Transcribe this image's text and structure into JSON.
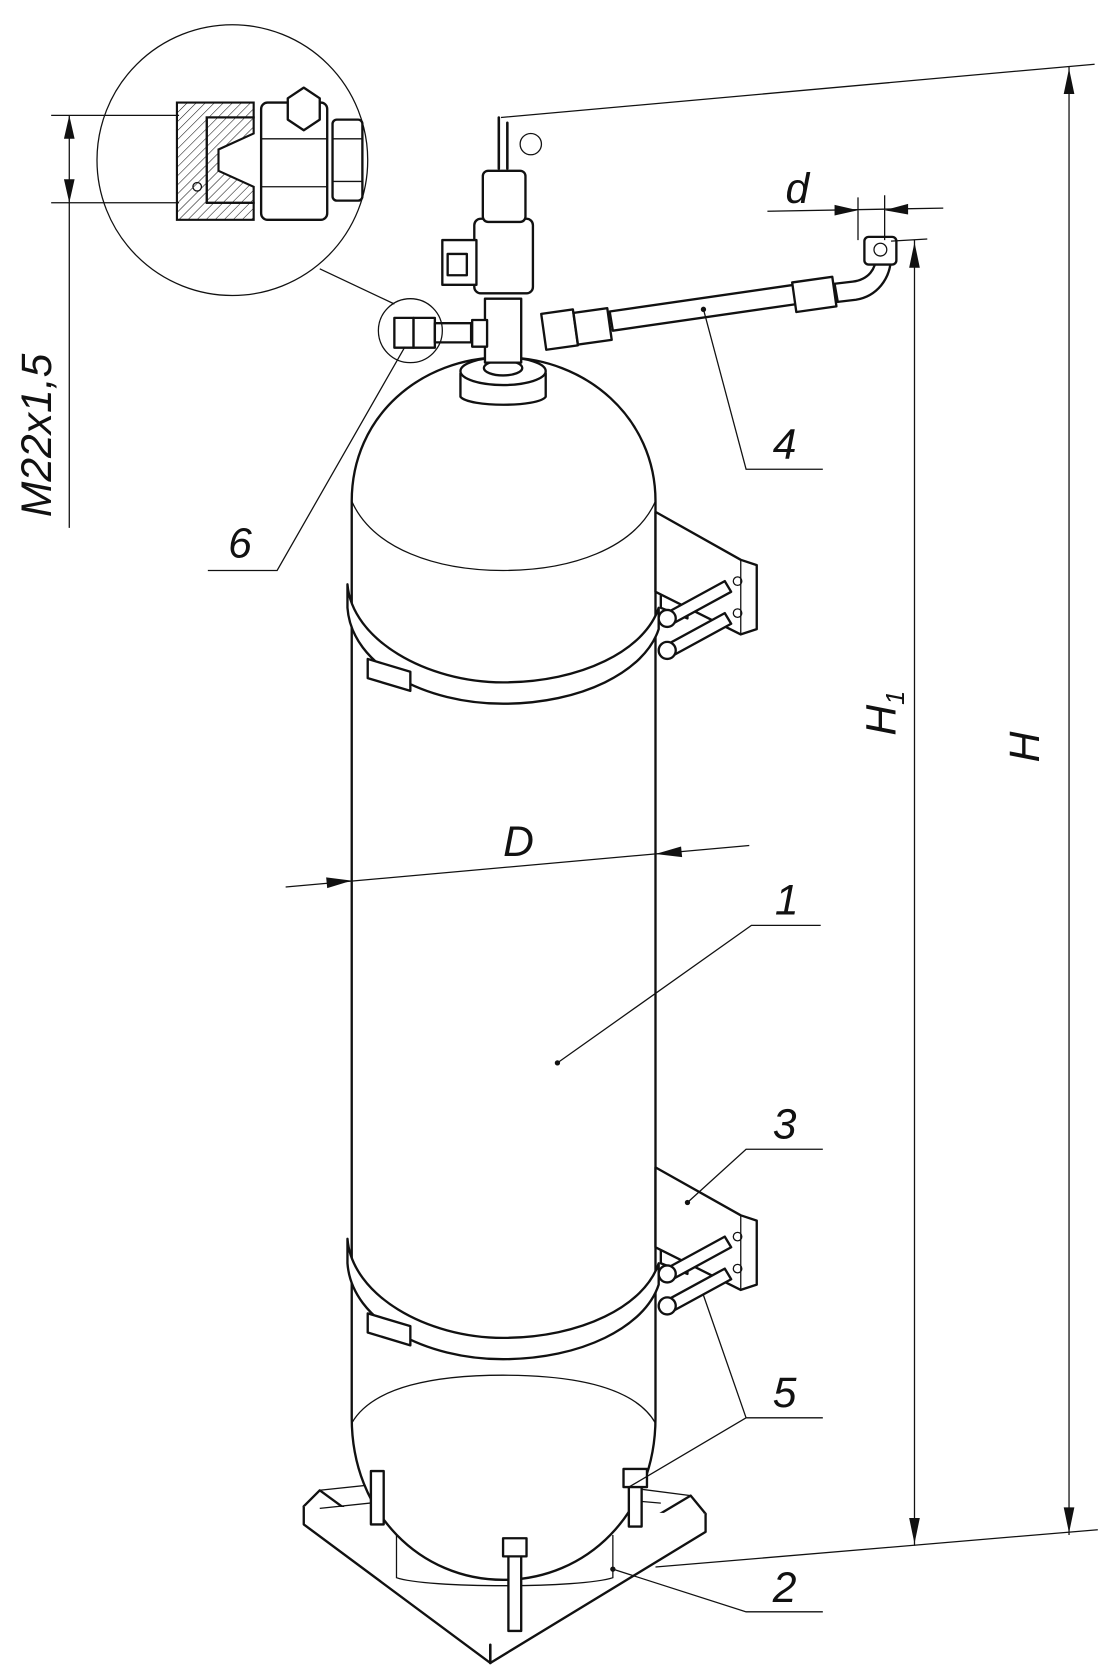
{
  "title": "Cylinder assembly drawing",
  "dimensions": {
    "overall_height": "H",
    "height_to_outlet": "H",
    "height_to_outlet_sub": "1",
    "diameter": "D",
    "outlet_diameter": "d",
    "thread": "M22x1,5"
  },
  "callouts": [
    {
      "id": "1",
      "part": "cylinder"
    },
    {
      "id": "2",
      "part": "base-frame"
    },
    {
      "id": "3",
      "part": "wall-bracket"
    },
    {
      "id": "4",
      "part": "hose"
    },
    {
      "id": "5",
      "part": "clamp-bolt"
    },
    {
      "id": "6",
      "part": "fitting"
    }
  ]
}
